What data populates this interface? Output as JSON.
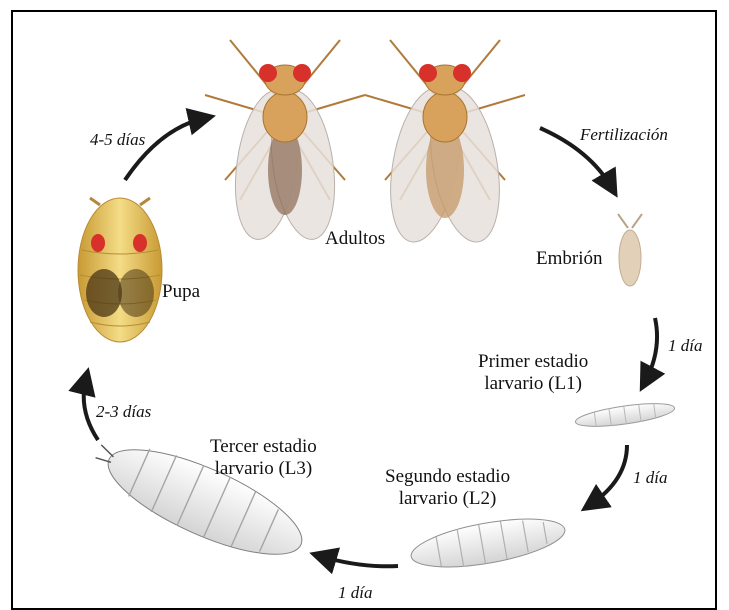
{
  "stages": {
    "adults": "Adultos",
    "embryo": "Embrión",
    "l1_line1": "Primer estadio",
    "l1_line2": "larvario (L1)",
    "l2_line1": "Segundo estadio",
    "l2_line2": "larvario (L2)",
    "l3_line1": "Tercer estadio",
    "l3_line2": "larvario (L3)",
    "pupa": "Pupa"
  },
  "transitions": {
    "fertilization": "Fertilización",
    "embryo_to_l1": "1 día",
    "l1_to_l2": "1 día",
    "l2_to_l3": "1 día",
    "l3_to_pupa": "2-3 días",
    "pupa_to_adult": "4-5 días"
  },
  "colors": {
    "fly_body": "#d9a25c",
    "fly_eye": "#d8302a",
    "wing": "#e7e1dd",
    "larva": "#f1f1f1",
    "pupa": "#e9c75a",
    "embryo": "#e2d0b8",
    "arrow": "#1a1a1a"
  }
}
